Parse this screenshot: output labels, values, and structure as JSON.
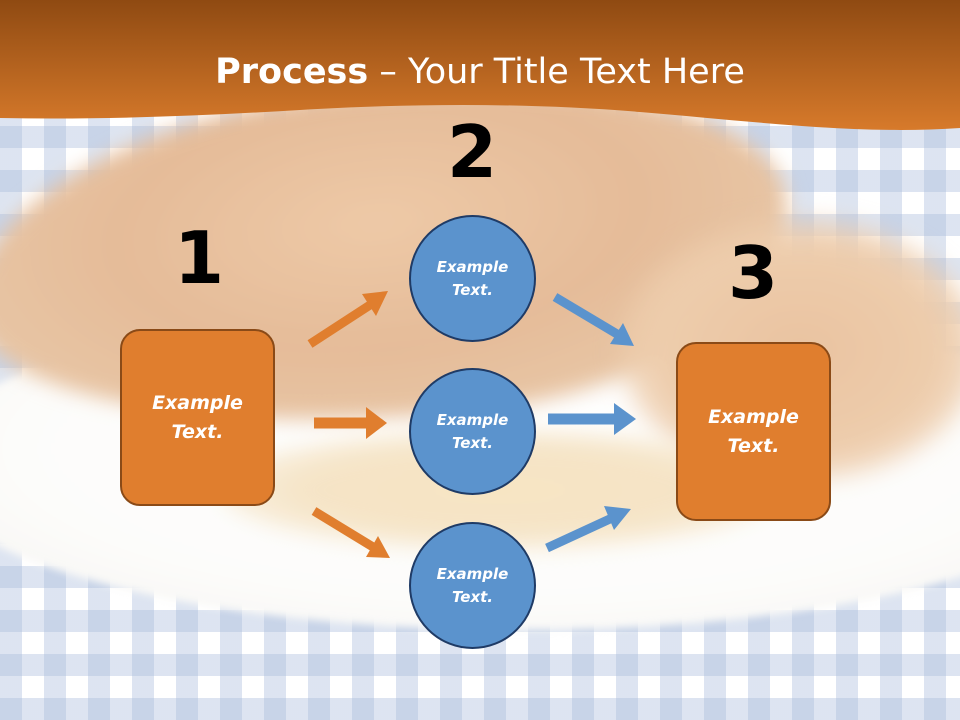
{
  "title": {
    "bold": "Process",
    "rest": " – Your Title Text Here"
  },
  "colors": {
    "band": "#c8681c",
    "step_box": "#e07e2e",
    "circle": "#5b93cd",
    "orange_arrow": "#e07e2e",
    "blue_arrow": "#5b93cd"
  },
  "steps": [
    {
      "number": "1",
      "text": "Example\nText."
    },
    {
      "number": "2",
      "items": [
        {
          "text": "Example\nText."
        },
        {
          "text": "Example\nText."
        },
        {
          "text": "Example\nText."
        }
      ]
    },
    {
      "number": "3",
      "text": "Example\nText."
    }
  ]
}
